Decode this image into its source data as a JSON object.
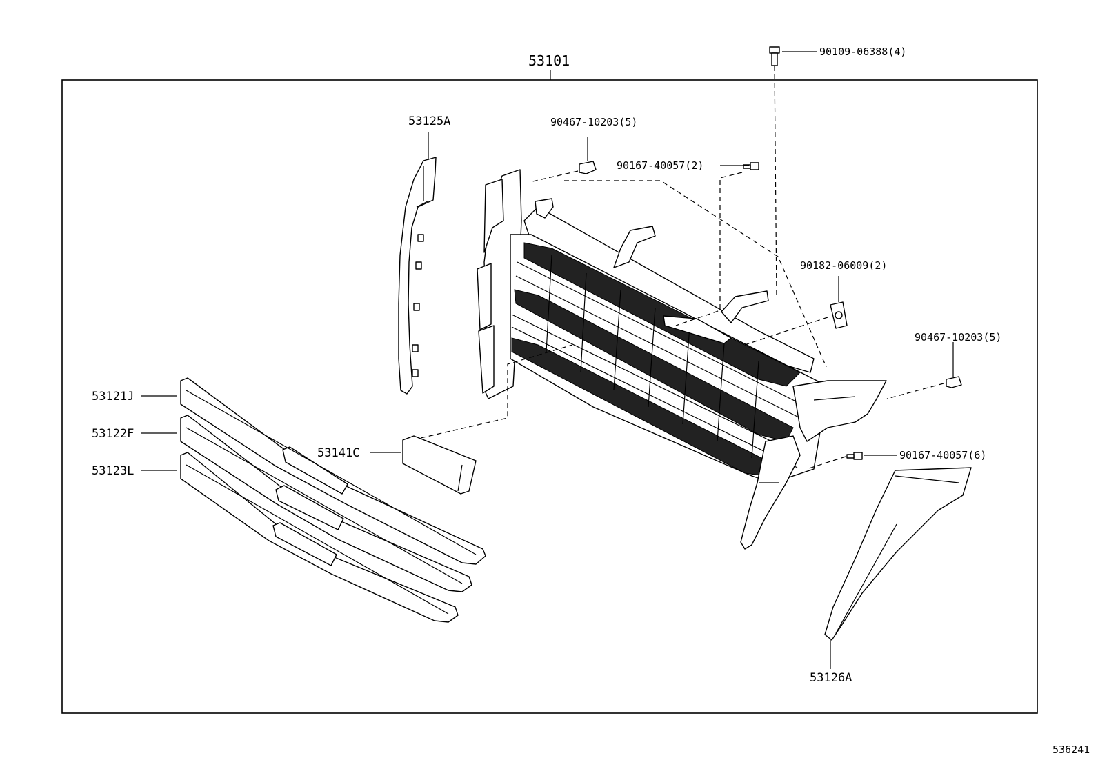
{
  "diagram": {
    "assembly_label": "53101",
    "figure_number": "536241",
    "part_labels": {
      "p53125A": "53125A",
      "p53126A": "53126A",
      "p53121J": "53121J",
      "p53122F": "53122F",
      "p53123L": "53123L",
      "p53141C": "53141C"
    },
    "fastener_labels": {
      "f90109": "90109-06388(4)",
      "f90467_top": "90467-10203(5)",
      "f90167_top": "90167-40057(2)",
      "f90182": "90182-06009(2)",
      "f90467_right": "90467-10203(5)",
      "f90167_right": "90167-40057(6)"
    }
  }
}
